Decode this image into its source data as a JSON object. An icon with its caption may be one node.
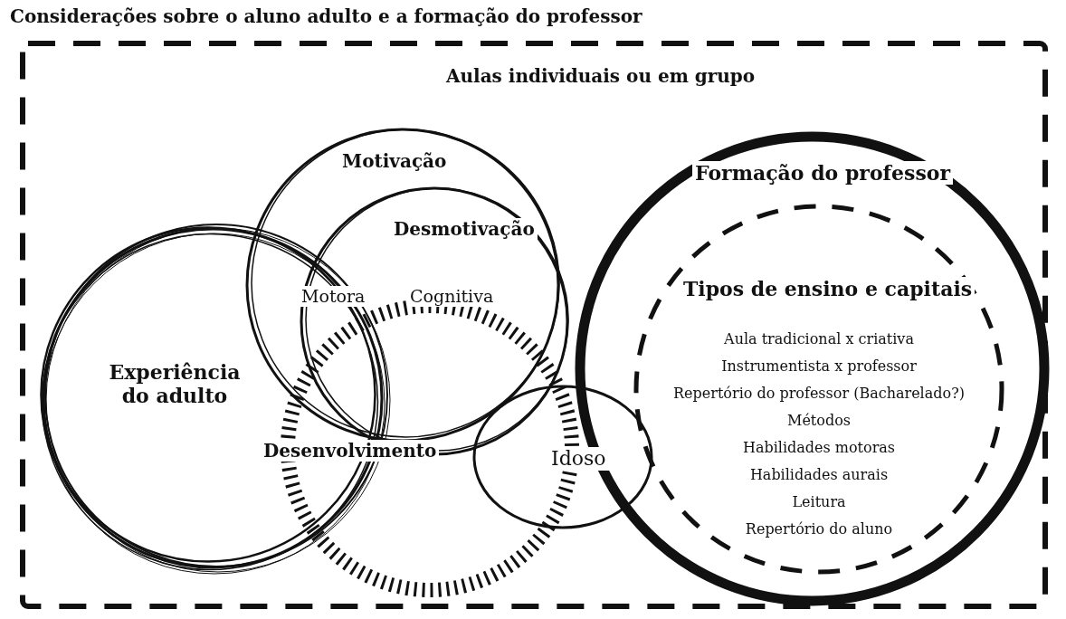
{
  "diagram": {
    "title": "Considerações sobre o aluno adulto e a formação do professor",
    "nodes": [
      {
        "text": [
          "Aulas individuais ou em grupo"
        ]
      },
      {
        "text": [
          "Experiência do adulto"
        ],
        "in": 0
      },
      {
        "text": [
          "Motivação"
        ],
        "in": 0
      },
      {
        "text": [
          "Desmotivação"
        ],
        "in": 0
      },
      {
        "text": [
          "Desenvolvimento"
        ],
        "in": 0
      },
      {
        "text": [
          "Idoso"
        ],
        "in": 0
      },
      {
        "text": [
          "Formação do professor"
        ],
        "in": 0
      },
      {
        "text": [
          "Tipos de ensino e capitais",
          "Aula tradicional x criativa",
          "Instrumentista x professor",
          "Repertório do professor (Bacharelado?)",
          "Métodos",
          "Habilidades motoras",
          "Habilidades aurais",
          "Leitura",
          "Repertório do aluno"
        ],
        "in": 6
      }
    ],
    "labels": [
      "Motora",
      "Cognitiva"
    ]
  }
}
